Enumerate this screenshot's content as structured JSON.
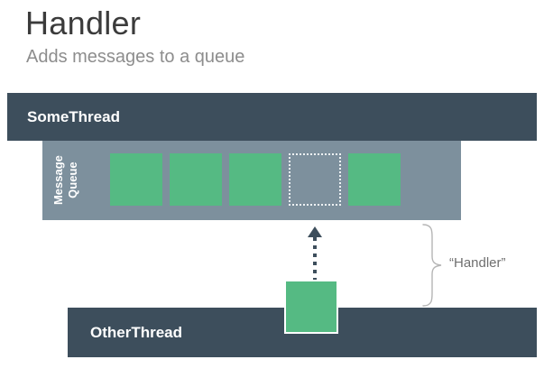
{
  "slide": {
    "title": "Handler",
    "subtitle": "Adds messages to a queue"
  },
  "diagram": {
    "some_thread_label": "SomeThread",
    "queue_label_line1": "Message",
    "queue_label_line2": "Queue",
    "queue_slots": [
      "filled",
      "filled",
      "filled",
      "empty-dotted",
      "filled"
    ],
    "other_thread_label": "OtherThread",
    "handler_annotation": "“Handler”",
    "colors": {
      "dark_slate": "#3d4e5c",
      "light_slate": "#7d909d",
      "green": "#55ba83",
      "annotation_gray": "#6f6f6f"
    }
  }
}
